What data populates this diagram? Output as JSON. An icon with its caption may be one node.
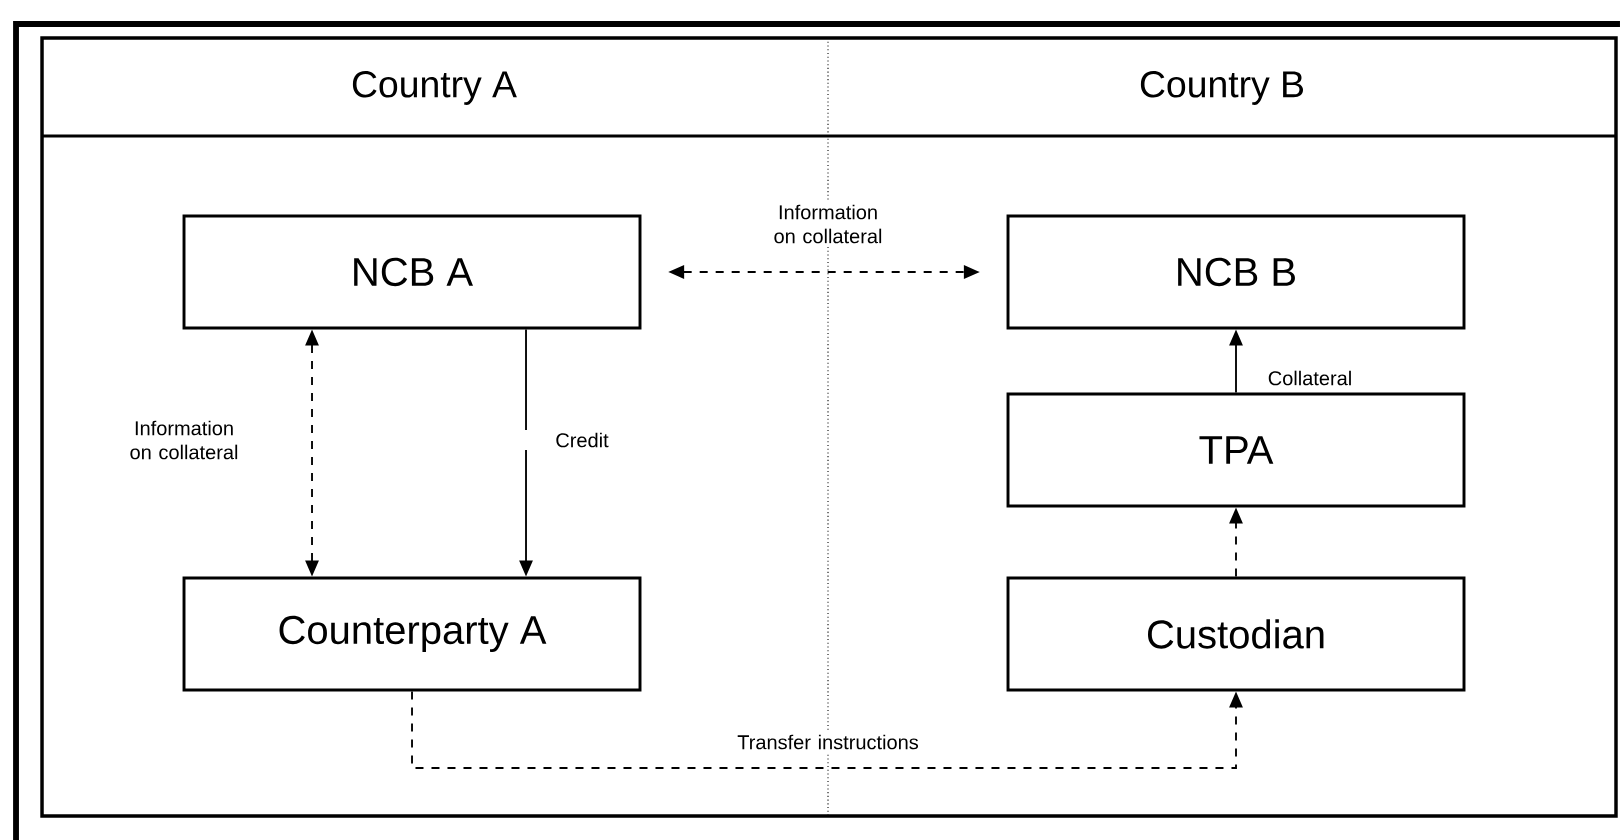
{
  "diagram": {
    "nodes": [
      {
        "text": [
          "Country A"
        ]
      },
      {
        "text": [
          "Country B"
        ]
      },
      {
        "text": [
          "NCB A"
        ]
      },
      {
        "text": [
          "NCB B"
        ]
      },
      {
        "text": [
          "Counterparty A"
        ]
      },
      {
        "text": [
          "TPA"
        ]
      },
      {
        "text": [
          "Custodian"
        ]
      }
    ],
    "edges": [
      {
        "from": 2,
        "to": 3,
        "arrow": "both",
        "style": "dashed",
        "label": "Information on collateral"
      },
      {
        "from": 2,
        "to": 4,
        "arrow": "both",
        "style": "dashed",
        "label": "Information on collateral"
      },
      {
        "from": 2,
        "to": 4,
        "arrow": "to",
        "label": "Credit"
      },
      {
        "from": 5,
        "to": 3,
        "arrow": "to",
        "label": "Collateral"
      },
      {
        "from": 6,
        "to": 5,
        "arrow": "to",
        "style": "dashed"
      },
      {
        "from": 4,
        "to": 6,
        "arrow": "to",
        "style": "dashed",
        "label": "Transfer instructions"
      }
    ]
  }
}
